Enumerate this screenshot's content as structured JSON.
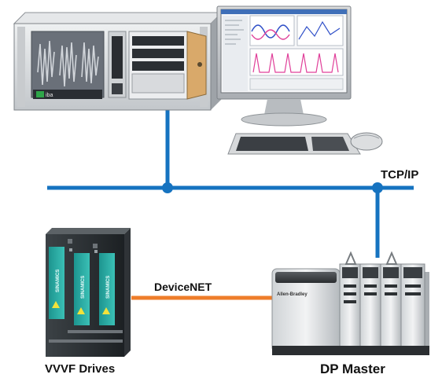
{
  "labels": {
    "network": "TCP/IP",
    "fieldbus": "DeviceNET",
    "drives": "VVVF Drives",
    "master": "DP Master"
  },
  "equipment": {
    "rack_brand": "iba",
    "drive_brand": "SINAMICS",
    "plc_brand": "Allen-Bradley"
  },
  "colors": {
    "network_line": "#1673c0",
    "fieldbus_line": "#ee7d2a",
    "screen_plot_blue": "#3050c8",
    "screen_plot_pink": "#e0409a",
    "drive_panel": "#2aa8a0",
    "drive_warning": "#f2e23a"
  }
}
